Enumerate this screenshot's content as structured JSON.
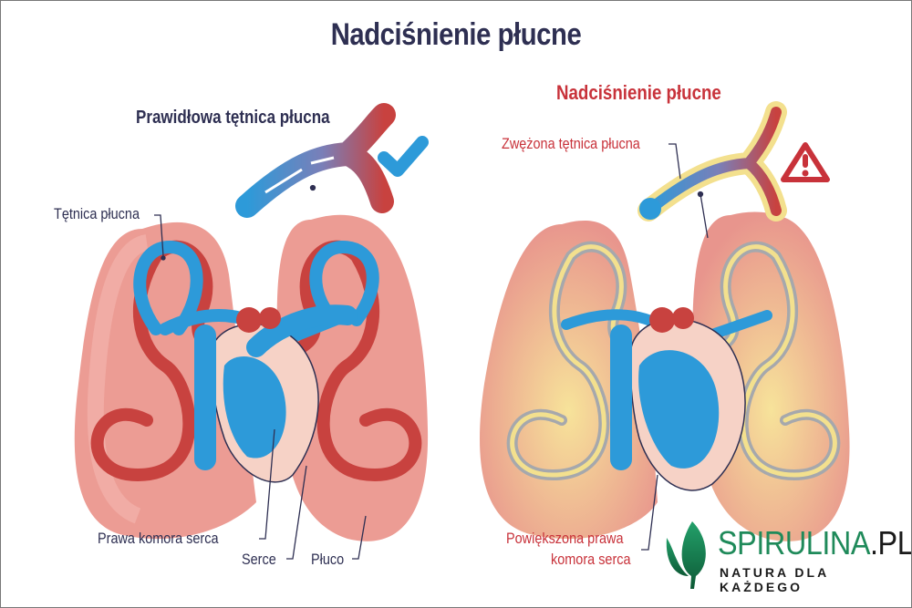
{
  "title": "Nadciśnienie płucne",
  "left_panel": {
    "heading": "Prawidłowa tętnica płucna",
    "labels": {
      "pulmonary_artery": "Tętnica płucna",
      "right_ventricle": "Prawa komora serca",
      "heart": "Serce",
      "lung": "Płuco"
    }
  },
  "right_panel": {
    "heading": "Nadciśnienie płucne",
    "labels": {
      "narrowed_artery": "Zwężona tętnica płucna",
      "enlarged_ventricle_line1": "Powiększona prawa",
      "enlarged_ventricle_line2": "komora serca"
    }
  },
  "logo": {
    "name": "SPIRULINA",
    "suffix": ".PL",
    "tagline": "NATURA DLA KAŻDEGO"
  },
  "colors": {
    "title": "#2e2f52",
    "alert_red": "#c8323a",
    "lung": "#e8958d",
    "blood_blue": "#2d9ad9",
    "brand_green": "#1f8a5a"
  }
}
